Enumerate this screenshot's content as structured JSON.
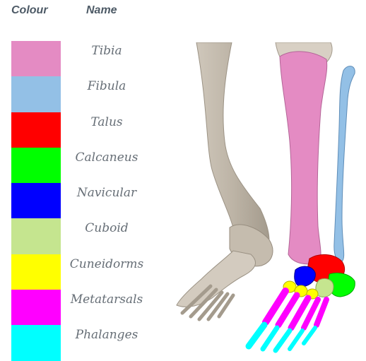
{
  "headers": {
    "colour": "Colour",
    "name": "Name"
  },
  "legend": [
    {
      "name": "Tibia",
      "color": "#e48bc3"
    },
    {
      "name": "Fibula",
      "color": "#93c0e6"
    },
    {
      "name": "Talus",
      "color": "#ff0000"
    },
    {
      "name": "Calcaneus",
      "color": "#00ff00"
    },
    {
      "name": "Navicular",
      "color": "#0000ff"
    },
    {
      "name": "Cuboid",
      "color": "#c5e58f"
    },
    {
      "name": "Cuneidorms",
      "color": "#ffff00"
    },
    {
      "name": "Metatarsals",
      "color": "#ff00ff"
    },
    {
      "name": "Phalanges",
      "color": "#00ffff"
    }
  ]
}
